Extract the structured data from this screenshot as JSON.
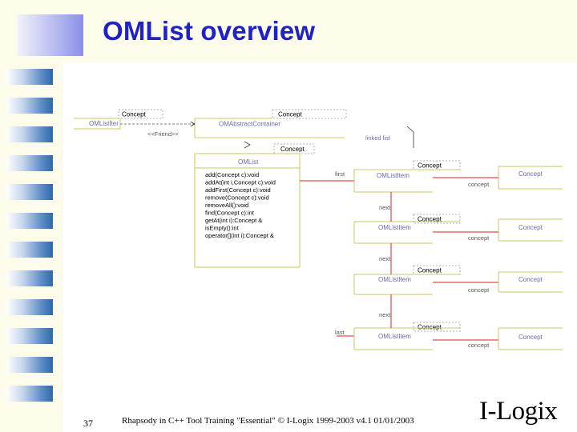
{
  "slide": {
    "title": "OMList overview",
    "page_number": "37",
    "footer": "Rhapsody in C++ Tool Training \"Essential\"   © I-Logix 1999-2003   v4.1  01/01/2003",
    "logo": "I-Logix"
  },
  "diagram": {
    "omlist_iter": {
      "name": "OMListIter",
      "param": "Concept"
    },
    "abstract_container": {
      "name": "OMAbstractContainer",
      "param": "Concept"
    },
    "omlist": {
      "name": "OMList",
      "param": "Concept",
      "operations": [
        "add(Concept c):void",
        "addAt(int i,Concept c):void",
        "addFirst(Concept c):void",
        "remove(Concept c):void",
        "removeAll():void",
        "find(Concept c):int",
        "getAt(int i):Concept &",
        "isEmpty():int",
        "operator[](int i):Concept &"
      ]
    },
    "friend_label": "<<Friend>>",
    "linked_list_label": "linked list",
    "first_label": "first",
    "last_label": "last",
    "item_name": "OMListItem",
    "item_param": "Concept",
    "next_label": "next",
    "concept_label": "concept",
    "concept_class": "Concept"
  }
}
